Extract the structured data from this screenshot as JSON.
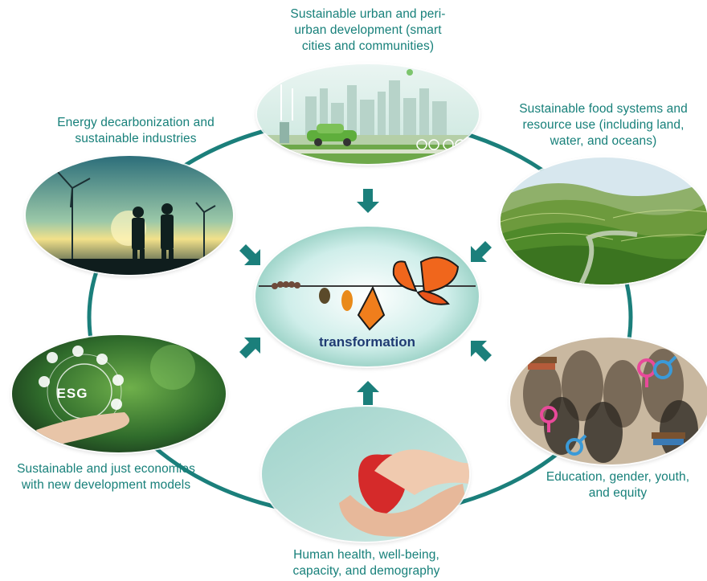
{
  "center": {
    "word": "transformation"
  },
  "nodes": {
    "top": {
      "label_lines": [
        "Sustainable urban and peri-",
        "urban development (smart",
        "cities and communities)"
      ],
      "image_icon": "city-skyline-ev-image"
    },
    "top_right": {
      "label_lines": [
        "Sustainable food systems and",
        "resource use (including land,",
        "water, and oceans)"
      ],
      "image_icon": "rice-terraces-image"
    },
    "bottom_right": {
      "label_lines": [
        "Education, gender, youth,",
        "and equity"
      ],
      "image_icon": "silhouettes-books-gender-image"
    },
    "bottom": {
      "label_lines": [
        "Human health, well-being,",
        "capacity, and demography"
      ],
      "image_icon": "hands-holding-heart-image"
    },
    "bottom_left": {
      "label_lines": [
        "Sustainable and just economies",
        "with new development models"
      ],
      "image_icon": "esg-hand-image",
      "esg_text": "ESG"
    },
    "top_left": {
      "label_lines": [
        "Energy decarbonization and",
        "sustainable industries"
      ],
      "image_icon": "wind-turbines-engineers-image"
    }
  },
  "colors": {
    "teal": "#17807a",
    "ring": "#1b7f7b",
    "navy": "#1f3b73"
  }
}
